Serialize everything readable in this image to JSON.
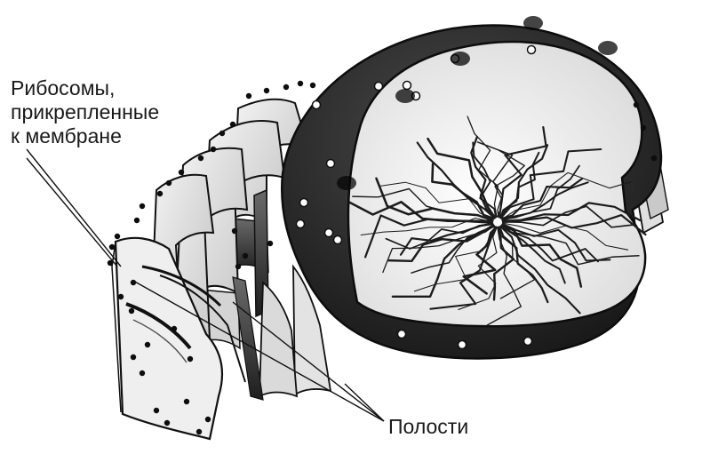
{
  "labels": {
    "ribosomes": [
      "Рибосомы,",
      "прикрепленные",
      "к мембране"
    ],
    "cavities": "Полости"
  },
  "colors": {
    "background": "#ffffff",
    "nucleus_envelope": "#2b2b2b",
    "nucleus_interior": "#f2f2f2",
    "chromatin": "#1c1c1c",
    "cisterna_membrane": "#e8e8e8",
    "membrane_outline": "#111111",
    "ribosome": "#0d0d0d",
    "leader_line": "#111111",
    "label_text": "#1a1a1a"
  }
}
